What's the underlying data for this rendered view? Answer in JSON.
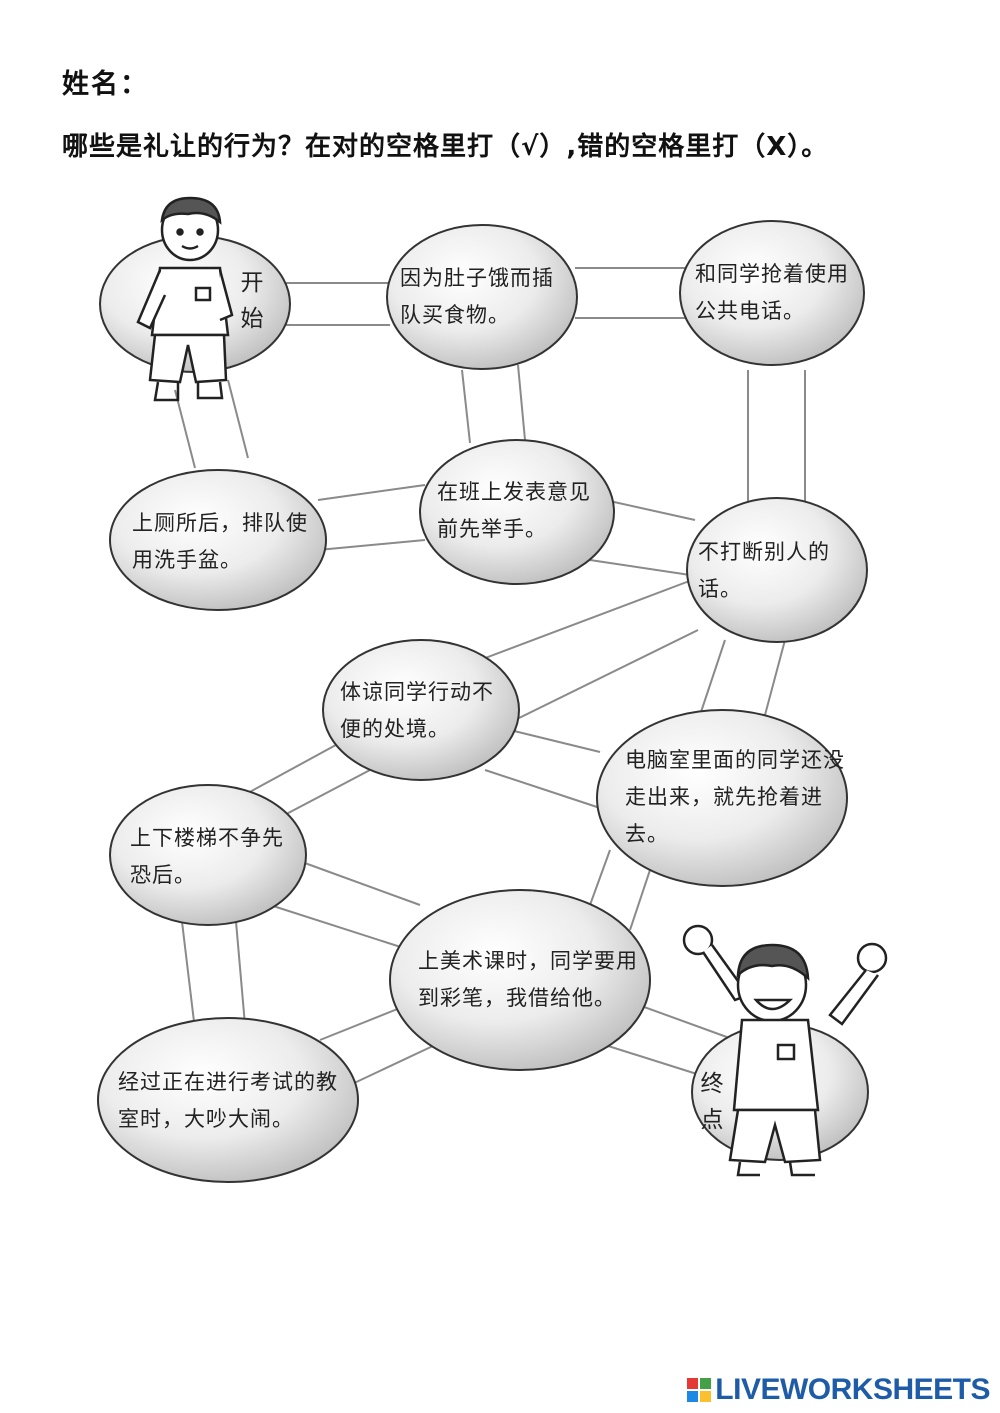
{
  "header": {
    "name_label": "姓名：",
    "instruction": "哪些是礼让的行为？在对的空格里打（√）,错的空格里打（X）。"
  },
  "nodes": {
    "start": "开始",
    "end": "终点",
    "queue_food": "因为肚子饿而插队买食物。",
    "phone": "和同学抢着使用公共电话。",
    "washbasin": "上厕所后，排队使用洗手盆。",
    "raise_hand": "在班上发表意见前先举手。",
    "no_interrupt": "不打断别人的话。",
    "considerate": "体谅同学行动不便的处境。",
    "computer_room": "电脑室里面的同学还没走出来，就先抢着进去。",
    "stairs": "上下楼梯不争先恐后。",
    "art_class": "上美术课时，同学要用到彩笔，我借给他。",
    "exam_room": "经过正在进行考试的教室时，大吵大闹。"
  },
  "footer": {
    "logo_text": "LIVEWORKSHEETS",
    "logo_colors": [
      "#e53935",
      "#43a047",
      "#1e88e5",
      "#fbc02d"
    ]
  }
}
